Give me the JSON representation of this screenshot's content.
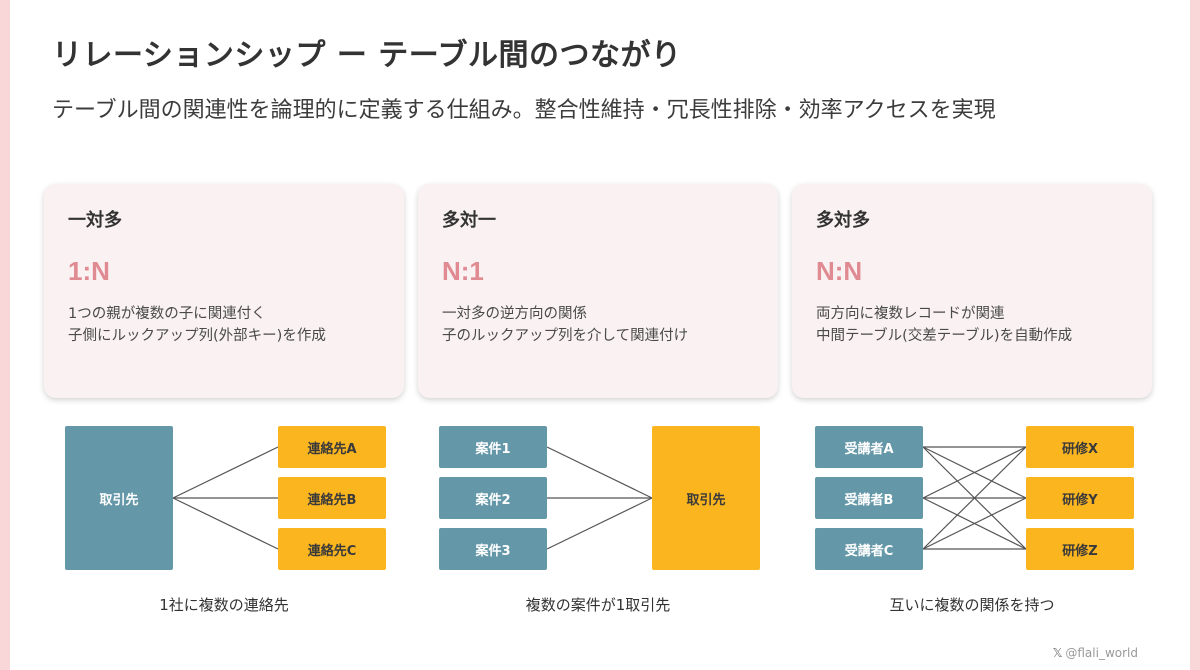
{
  "title": "リレーションシップ ー テーブル間のつながり",
  "subtitle": "テーブル間の関連性を論理的に定義する仕組み。整合性維持・冗長性排除・効率アクセスを実現",
  "cards": [
    {
      "heading": "一対多",
      "ratio": "1:N",
      "desc1": "1つの親が複数の子に関連付く",
      "desc2": "子側にルックアップ列(外部キー)を作成"
    },
    {
      "heading": "多対一",
      "ratio": "N:1",
      "desc1": "一対多の逆方向の関係",
      "desc2": "子のルックアップ列を介して関連付け"
    },
    {
      "heading": "多対多",
      "ratio": "N:N",
      "desc1": "両方向に複数レコードが関連",
      "desc2": "中間テーブル(交差テーブル)を自動作成"
    }
  ],
  "diagrams": [
    {
      "left_nodes": [
        "取引先"
      ],
      "right_nodes": [
        "連絡先A",
        "連絡先B",
        "連絡先C"
      ],
      "caption": "1社に複数の連絡先"
    },
    {
      "left_nodes": [
        "案件1",
        "案件2",
        "案件3"
      ],
      "right_nodes": [
        "取引先"
      ],
      "caption": "複数の案件が1取引先"
    },
    {
      "left_nodes": [
        "受講者A",
        "受講者B",
        "受講者C"
      ],
      "right_nodes": [
        "研修X",
        "研修Y",
        "研修Z"
      ],
      "caption": "互いに複数の関係を持つ"
    }
  ],
  "credit": {
    "icon": "x-logo-icon",
    "handle": "@flali_world"
  },
  "colors": {
    "blue": "#6497a8",
    "gold": "#fbb51f",
    "accent": "#e08a92",
    "card_bg": "#f9f1f2",
    "edge": "#f9d7d9",
    "line": "#555555"
  }
}
